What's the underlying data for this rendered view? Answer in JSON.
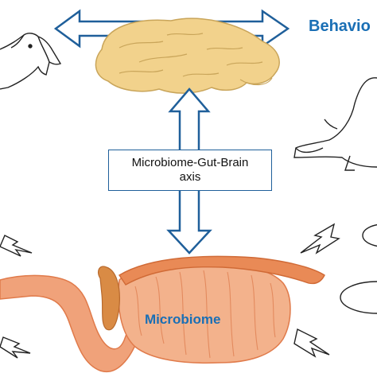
{
  "diagram": {
    "behavior_label": "Behavio",
    "axis_label_line1": "Microbiome-Gut-Brain",
    "axis_label_line2": "axis",
    "microbiome_label": "Microbiome"
  },
  "colors": {
    "arrow_stroke": "#1f5f9a",
    "label_blue": "#1a6fb5",
    "brain_fill": "#f2d28c",
    "gut_fill": "#f0a27a",
    "gut_dark": "#e07a4a"
  }
}
